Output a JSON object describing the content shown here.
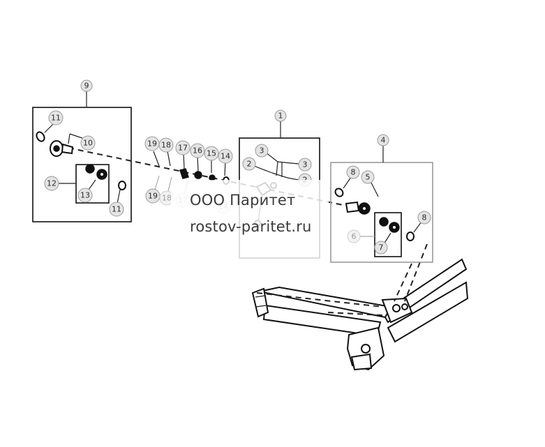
{
  "watermark": {
    "company": "ООО Паритет",
    "site": "rostov-paritet.ru"
  },
  "callouts": {
    "c9": "9",
    "c11a": "11",
    "c10": "10",
    "c12": "12",
    "c13": "13",
    "c11b": "11",
    "c19a": "19",
    "c18a": "18",
    "c17a": "17",
    "c16": "16",
    "c15": "15",
    "c14a": "14",
    "c19b": "19",
    "c18b": "18",
    "c17b": "17",
    "c14b": "14",
    "c1": "1",
    "c3a": "3",
    "c3b": "3",
    "c2a": "2",
    "c2b": "2",
    "c4": "4",
    "c8a": "8",
    "c5": "5",
    "c8b": "8",
    "c6": "6",
    "c7": "7"
  }
}
